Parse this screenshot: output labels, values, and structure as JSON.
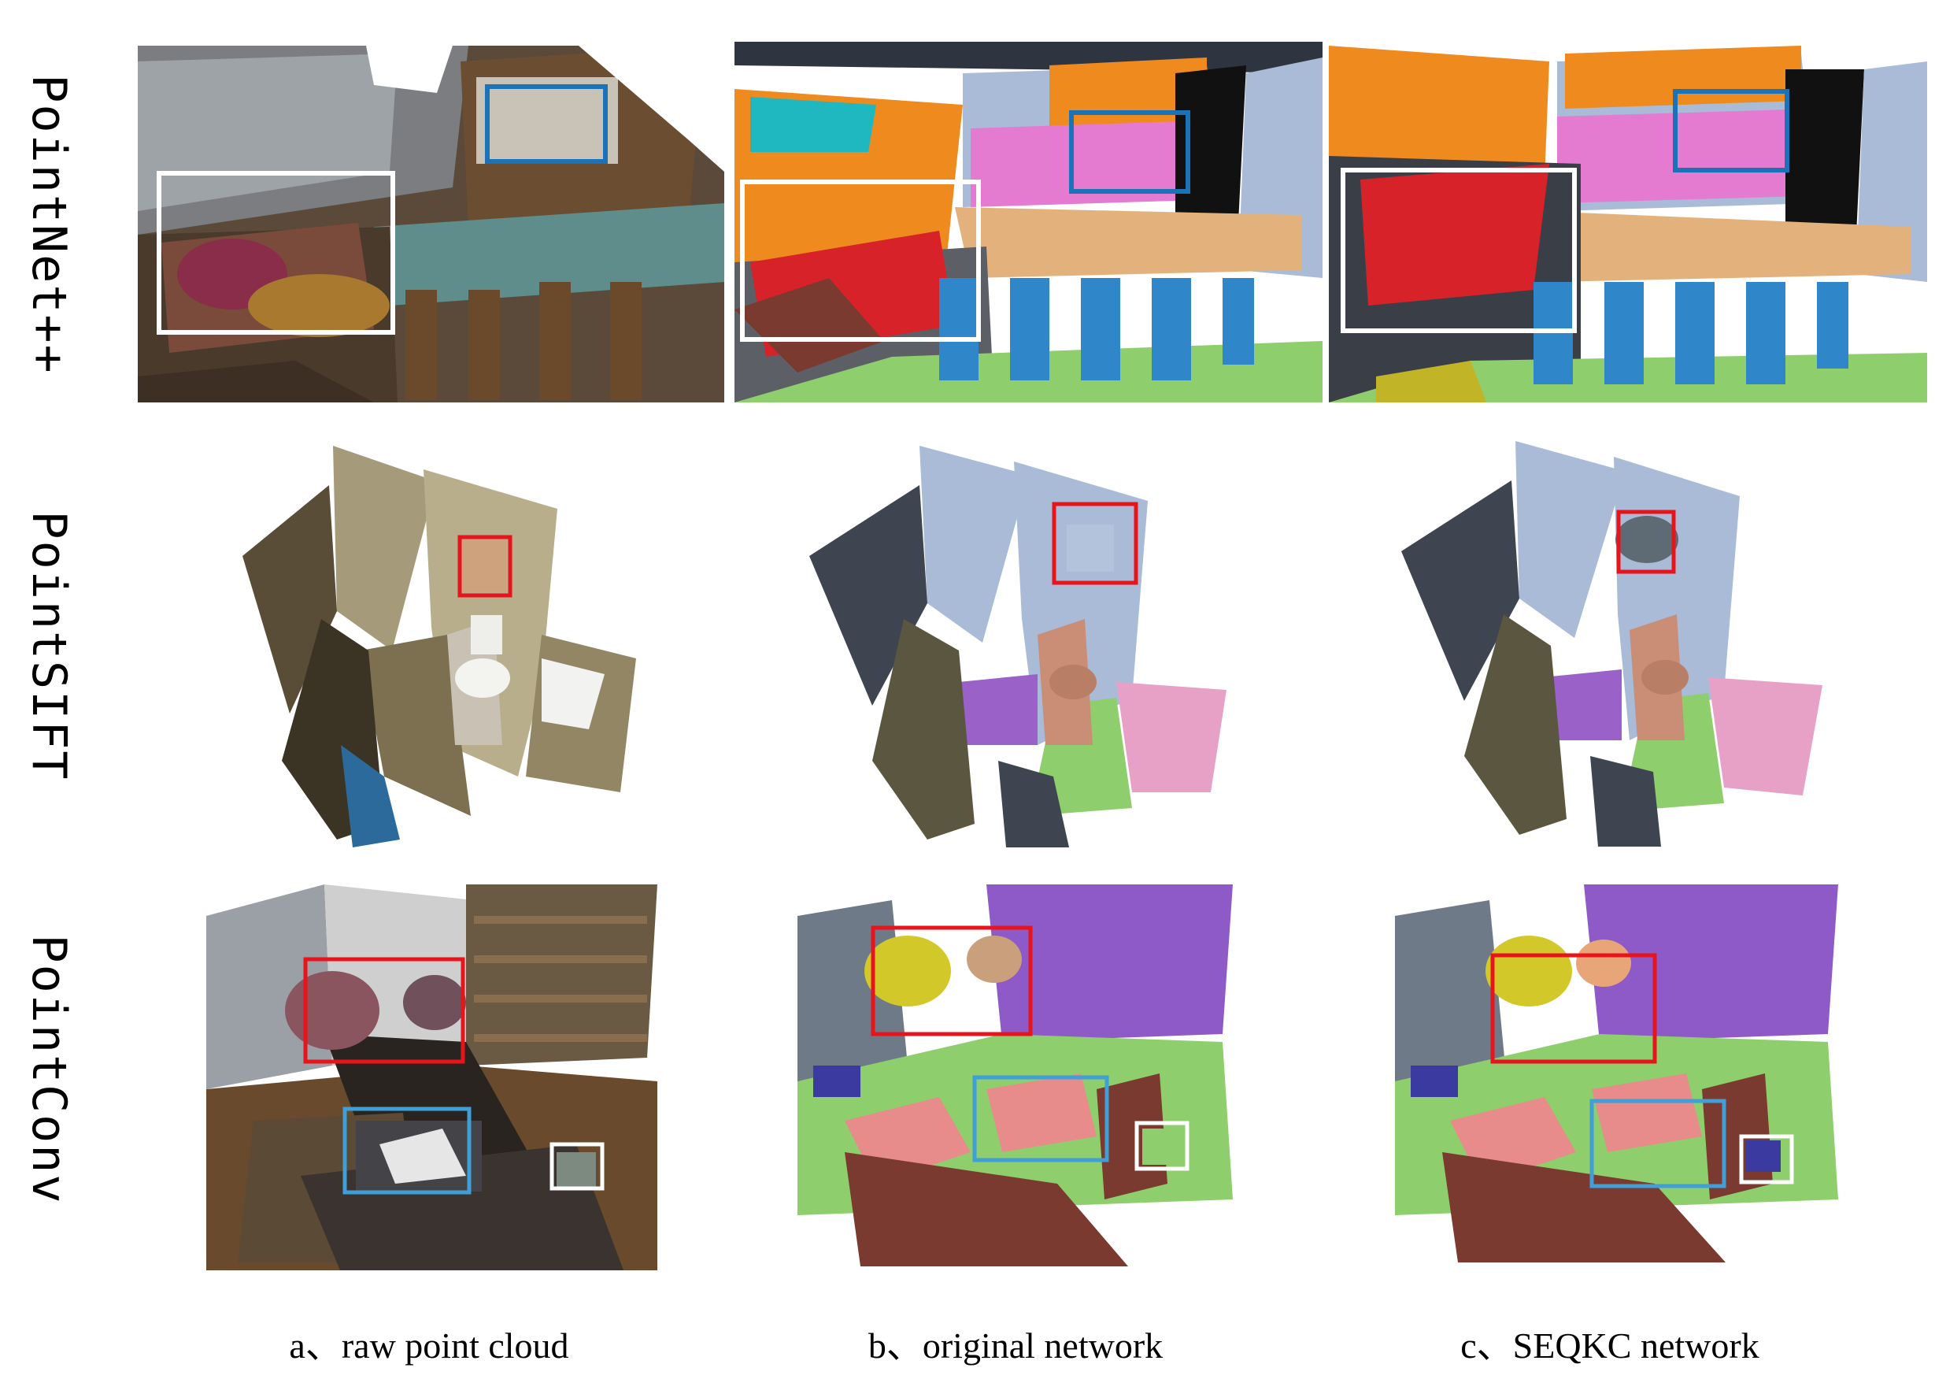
{
  "rows": [
    {
      "label": "PointNet++"
    },
    {
      "label": "PointSIFT"
    },
    {
      "label": "PointConv"
    }
  ],
  "columns": [
    {
      "caption": "a、raw point cloud"
    },
    {
      "caption": "b、original network"
    },
    {
      "caption": "c、SEQKC network"
    }
  ],
  "colors": {
    "highlight_red": "#e8141b",
    "highlight_blue": "#1a73b8",
    "highlight_lightblue": "#3f9fd6",
    "highlight_white": "#ffffff",
    "wall": "#a9bbd6",
    "floor": "#8fce6c",
    "chair": "#2f86c8",
    "table": "#e3b27c",
    "sofa": "#d8222a",
    "cabinet_orange": "#ee8a1e",
    "counter_pink": "#e47bd0",
    "bookshelf": "#8d5ac7",
    "toilet": "#c98e75",
    "bathtub": "#9a61c9",
    "sink": "#e8a1c6",
    "bed": "#e88b8b",
    "furniture_brown": "#7a3a2f",
    "armchair_yellow": "#d2c82a",
    "dark": "#2f3540"
  }
}
